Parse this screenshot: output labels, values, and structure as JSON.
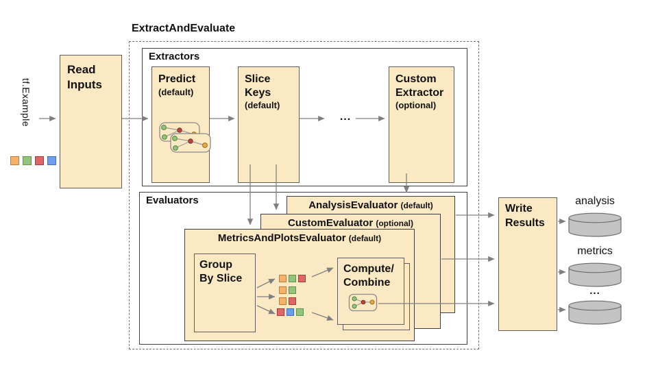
{
  "title": "ExtractAndEvaluate",
  "input": {
    "label": "tf.Example",
    "legend": [
      "orange",
      "green",
      "red",
      "blue"
    ]
  },
  "read_inputs": {
    "label": "Read\nInputs"
  },
  "extractors": {
    "label": "Extractors",
    "predict": {
      "name": "Predict",
      "qualifier": "(default)"
    },
    "slice_keys": {
      "name": "Slice\nKeys",
      "qualifier": "(default)"
    },
    "ellipsis": "...",
    "custom": {
      "name": "Custom\nExtractor",
      "qualifier": "(optional)"
    }
  },
  "evaluators": {
    "label": "Evaluators",
    "analysis": {
      "name": "AnalysisEvaluator",
      "qualifier": "(default)"
    },
    "custom": {
      "name": "CustomEvaluator",
      "qualifier": "(optional)"
    },
    "metrics_plots": {
      "name": "MetricsAndPlotsEvaluator",
      "qualifier": "(default)"
    },
    "group_by_slice": {
      "label": "Group\nBy Slice"
    },
    "compute_combine": {
      "label": "Compute/\nCombine"
    },
    "slice_grid": [
      [
        "orange",
        "green",
        "red"
      ],
      [
        "orange",
        "green"
      ],
      [
        "orange",
        "red"
      ],
      [
        "red",
        "blue",
        "green"
      ]
    ]
  },
  "write_results": {
    "label": "Write\nResults"
  },
  "outputs": {
    "analysis": "analysis",
    "metrics": "metrics",
    "more": "..."
  },
  "icons": {
    "predict": "model-graph-icon",
    "compute_combine": "combine-graph-icon",
    "output_stores": "database-cylinder-icon"
  },
  "colors": {
    "box_fill": "#FBE9C3",
    "box_border": "#5E5E5E",
    "container_border": "#3F3F3F",
    "dashed_border": "#707070",
    "arrow": "#7F7F7F",
    "cylinder_fill": "#C3C3C3",
    "cylinder_stroke": "#6B6B6B",
    "sq_orange_fill": "#F6B26B",
    "sq_orange_border": "#C07F2E",
    "sq_green_fill": "#93C47D",
    "sq_green_border": "#5E9648",
    "sq_red_fill": "#E06666",
    "sq_red_border": "#A83A3A",
    "sq_blue_fill": "#6D9EEB",
    "sq_blue_border": "#3D6FC0"
  }
}
